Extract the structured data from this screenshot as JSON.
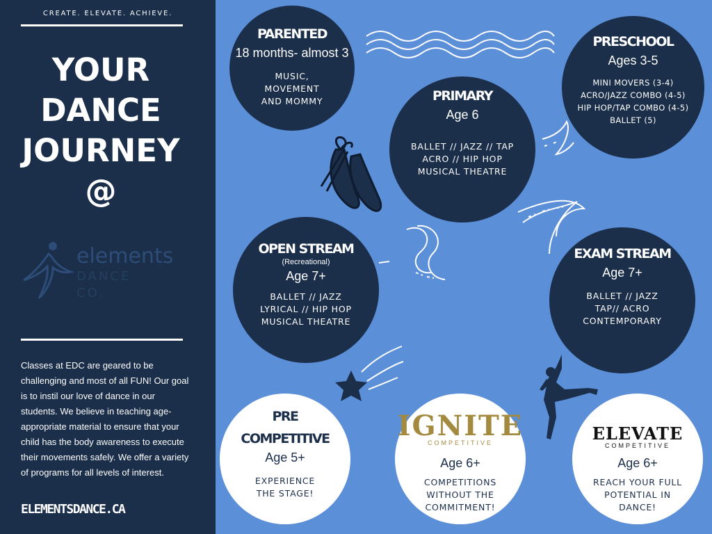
{
  "sidebar": {
    "tagline": "CREATE. ELEVATE. ACHIEVE.",
    "title_lines": [
      "YOUR",
      "DANCE",
      "JOURNEY",
      "@"
    ],
    "logo": {
      "word": "elements",
      "sub1": "DANCE",
      "sub2": "CO."
    },
    "blurb": "Classes at EDC are geared to be challenging and most of all FUN! Our goal is to instil our love of dance in our students. We believe in teaching age-appropriate material to ensure that your child has the body awareness to execute their movements safely. We offer a variety of programs for all levels of interest.",
    "website": "ELEMENTSDANCE.CA"
  },
  "programs": {
    "parented": {
      "title": "PARENTED",
      "age": "18 months- almost 3",
      "items": [
        "MUSIC,",
        "MOVEMENT",
        "AND MOMMY"
      ]
    },
    "primary": {
      "title": "PRIMARY",
      "age": "Age 6",
      "items": [
        "BALLET // JAZZ // TAP",
        "ACRO // HIP HOP",
        "MUSICAL THEATRE"
      ]
    },
    "preschool": {
      "title": "PRESCHOOL",
      "age": "Ages 3-5",
      "items": [
        "MINI MOVERS (3-4)",
        "ACRO/JAZZ COMBO (4-5)",
        "HIP HOP/TAP COMBO (4-5)",
        "BALLET (5)"
      ]
    },
    "open_stream": {
      "title": "OPEN STREAM",
      "note": "(Recreational)",
      "age": "Age 7+",
      "items": [
        "BALLET // JAZZ",
        "LYRICAL // HIP HOP",
        "MUSICAL THEATRE"
      ]
    },
    "exam_stream": {
      "title": "EXAM STREAM",
      "age": "Age 7+",
      "items": [
        "BALLET // JAZZ",
        "TAP// ACRO",
        "CONTEMPORARY"
      ]
    },
    "pre_competitive": {
      "title_lines": [
        "PRE",
        "COMPETITIVE"
      ],
      "age": "Age 5+",
      "items": [
        "EXPERIENCE",
        "THE STAGE!"
      ]
    },
    "ignite": {
      "brand": "IGNITE",
      "brand_sub": "COMPETITIVE",
      "age": "Age 6+",
      "items": [
        "COMPETITIONS",
        "WITHOUT THE",
        "COMMITMENT!"
      ]
    },
    "elevate": {
      "brand": "ELEVATE",
      "brand_sub": "COMPETITIVE",
      "age": "Age 6+",
      "items": [
        "REACH YOUR FULL",
        "POTENTIAL IN",
        "DANCE!"
      ]
    }
  },
  "colors": {
    "navy": "#1b2e4a",
    "background_blue": "#5b8fd8",
    "white": "#ffffff",
    "ignite_gold": "#a38a3e"
  },
  "icons": [
    "dancer-logo-icon",
    "pointe-shoes-icon",
    "wavy-ribbon-icon",
    "winding-road-icon",
    "shooting-star-icon",
    "leaping-dancer-icon"
  ]
}
